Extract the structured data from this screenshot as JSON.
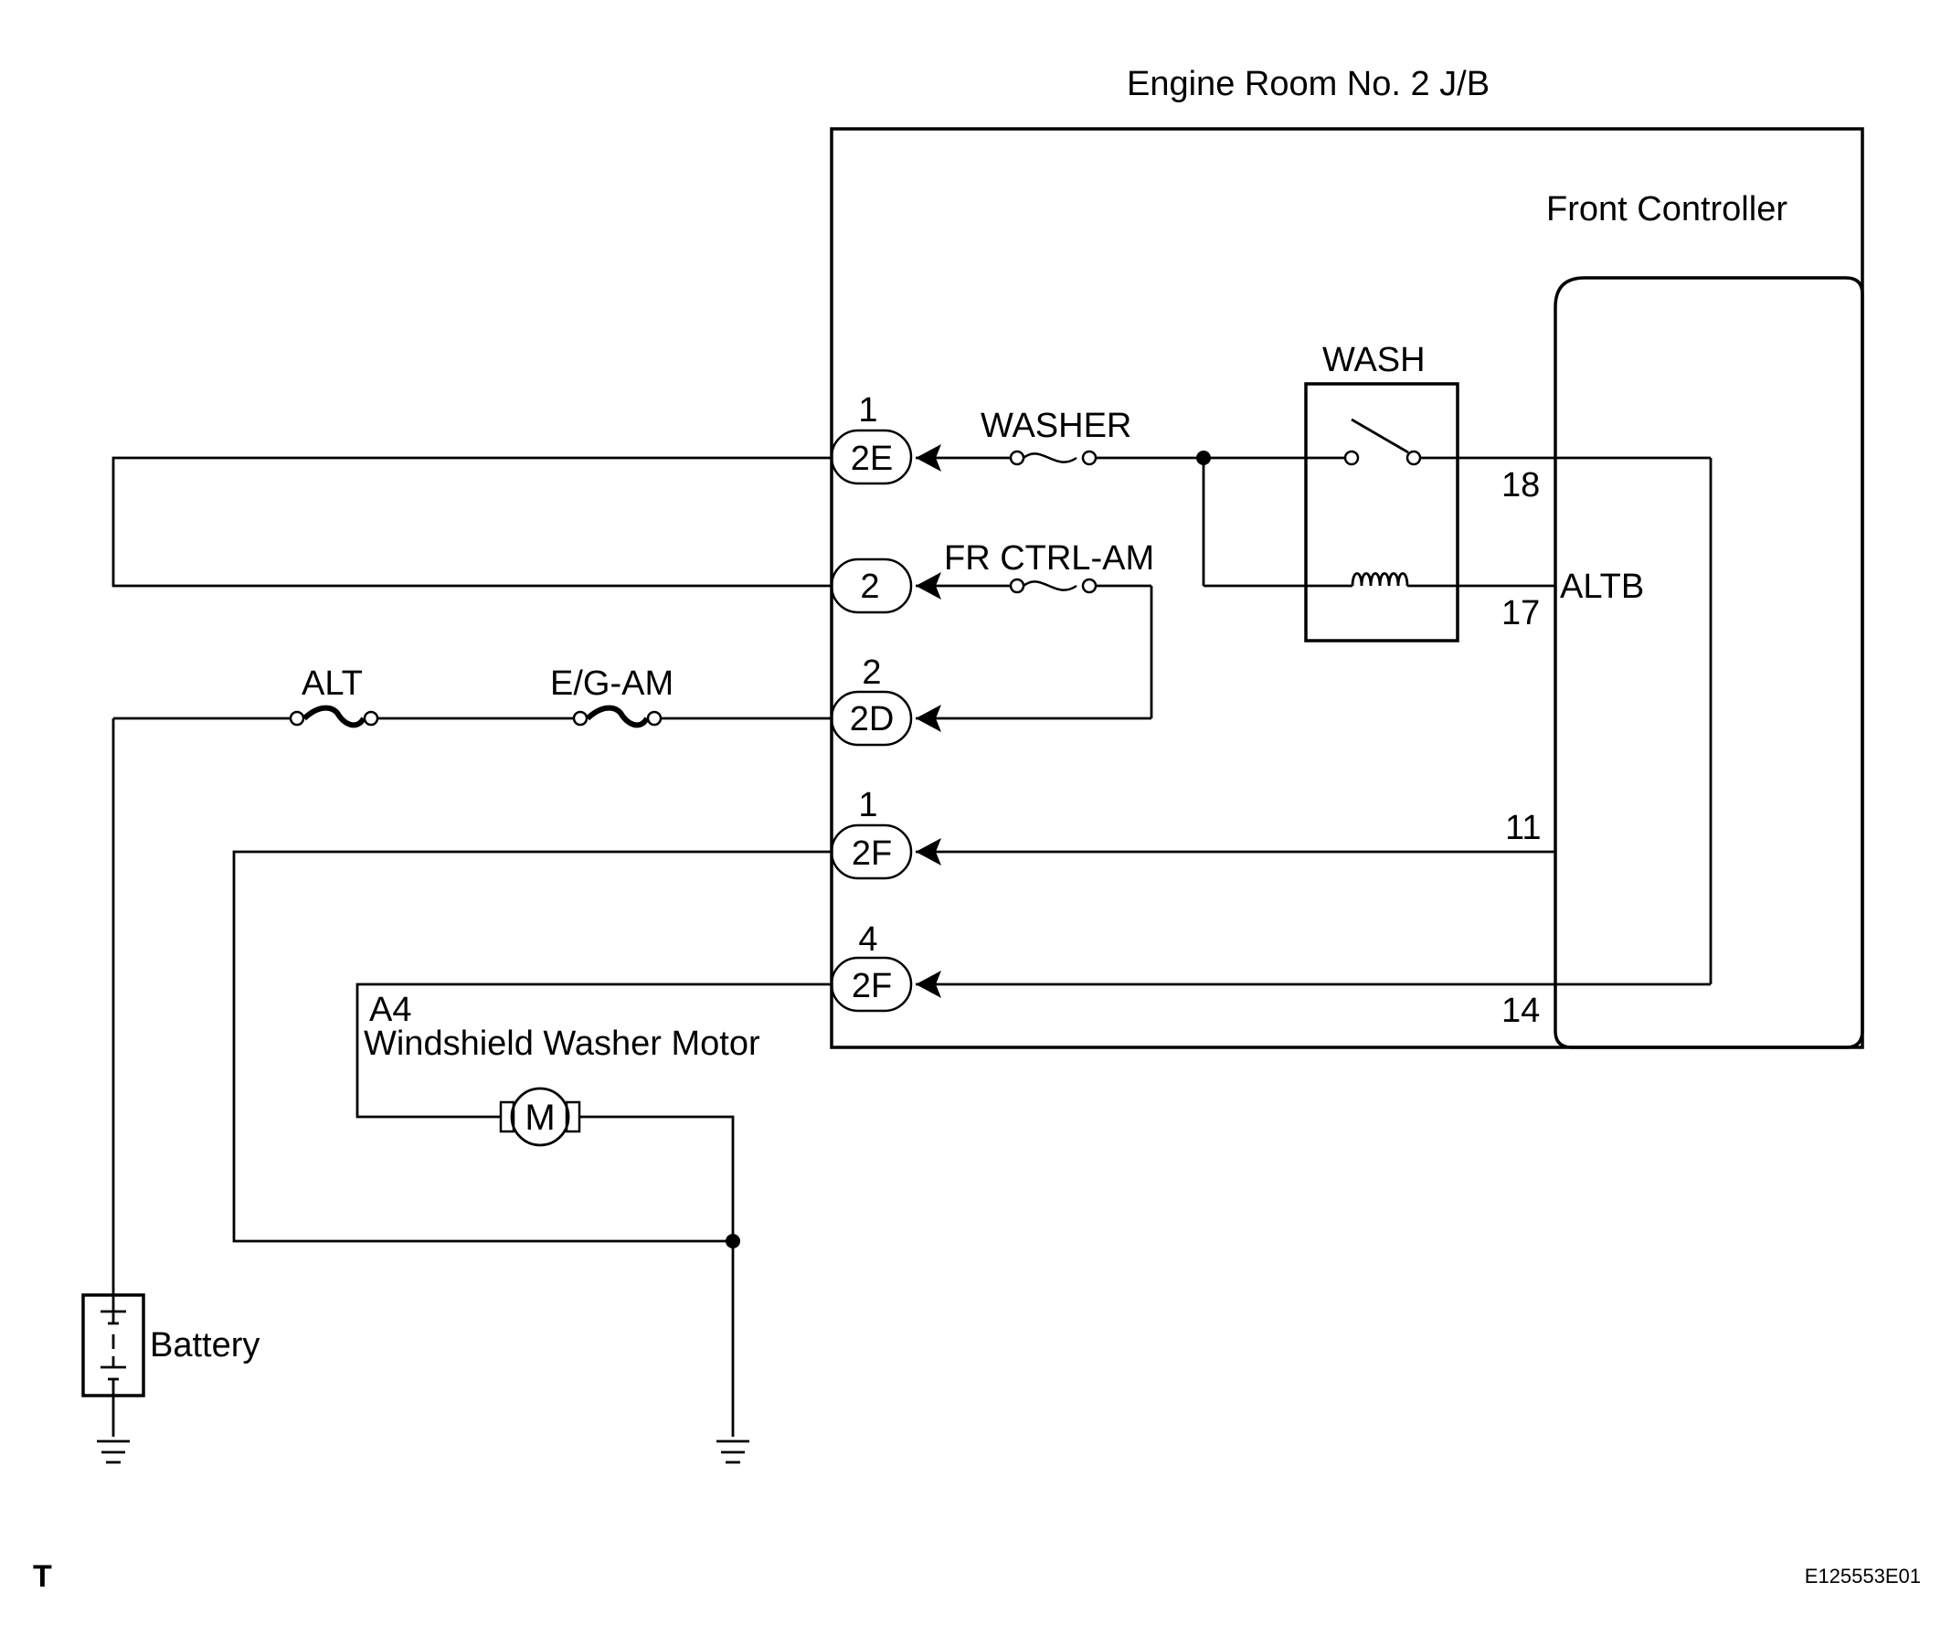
{
  "labels": {
    "jb_title": "Engine Room No. 2 J/B",
    "front_controller": "Front Controller",
    "relay": "WASH",
    "fuse_washer": "WASHER",
    "fuse_fr_ctrl": "FR CTRL-AM",
    "fuse_alt": "ALT",
    "fuse_eg_am": "E/G-AM",
    "altb": "ALTB",
    "motor_code": "A4",
    "motor_name": "Windshield Washer Motor",
    "motor_symbol": "M",
    "battery": "Battery",
    "corner_mark": "T",
    "figure_code": "E125553E01"
  },
  "connectors": [
    {
      "id": "2E",
      "pin": "1",
      "label": "2E"
    },
    {
      "id": "2",
      "pin": "",
      "label": "2"
    },
    {
      "id": "2D",
      "pin": "2",
      "label": "2D"
    },
    {
      "id": "2F-1",
      "pin": "1",
      "label": "2F"
    },
    {
      "id": "2F-4",
      "pin": "4",
      "label": "2F"
    }
  ],
  "controller_pins": [
    "18",
    "17",
    "11",
    "14"
  ]
}
